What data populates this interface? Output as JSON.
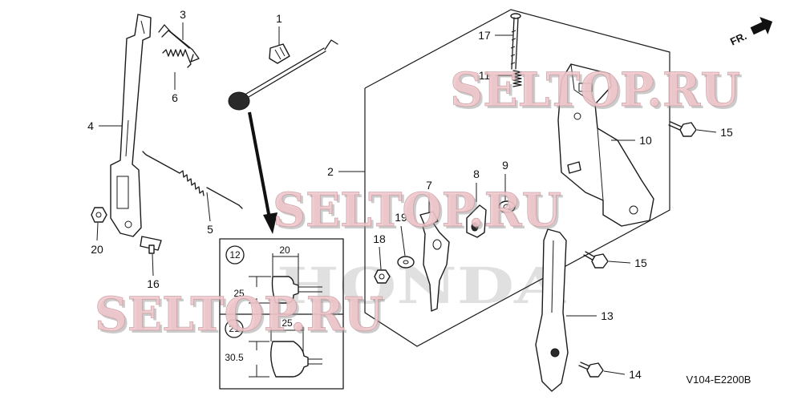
{
  "callouts": {
    "part_1": "1",
    "part_2": "2",
    "part_3": "3",
    "part_4": "4",
    "part_5": "5",
    "part_6": "6",
    "part_7": "7",
    "part_8": "8",
    "part_9": "9",
    "part_10": "10",
    "part_11": "11",
    "part_13": "13",
    "part_14": "14",
    "part_15_upper": "15",
    "part_15_lower": "15",
    "part_16": "16",
    "part_17": "17",
    "part_18": "18",
    "part_19": "19",
    "part_20": "20"
  },
  "inset": {
    "variant_a_ref": "12",
    "variant_a_width": "20",
    "variant_a_height": "25",
    "variant_b_ref": "21",
    "variant_b_width": "25",
    "variant_b_height": "30.5"
  },
  "direction_label": "FR.",
  "diagram_code": "V104-E2200B",
  "watermarks": {
    "site": "SELTOP.RU",
    "brand": "HONDA"
  },
  "colors": {
    "line": "#1a1a1a",
    "watermark_site": "#f0c6ca",
    "watermark_brand": "#c8c8c8"
  }
}
